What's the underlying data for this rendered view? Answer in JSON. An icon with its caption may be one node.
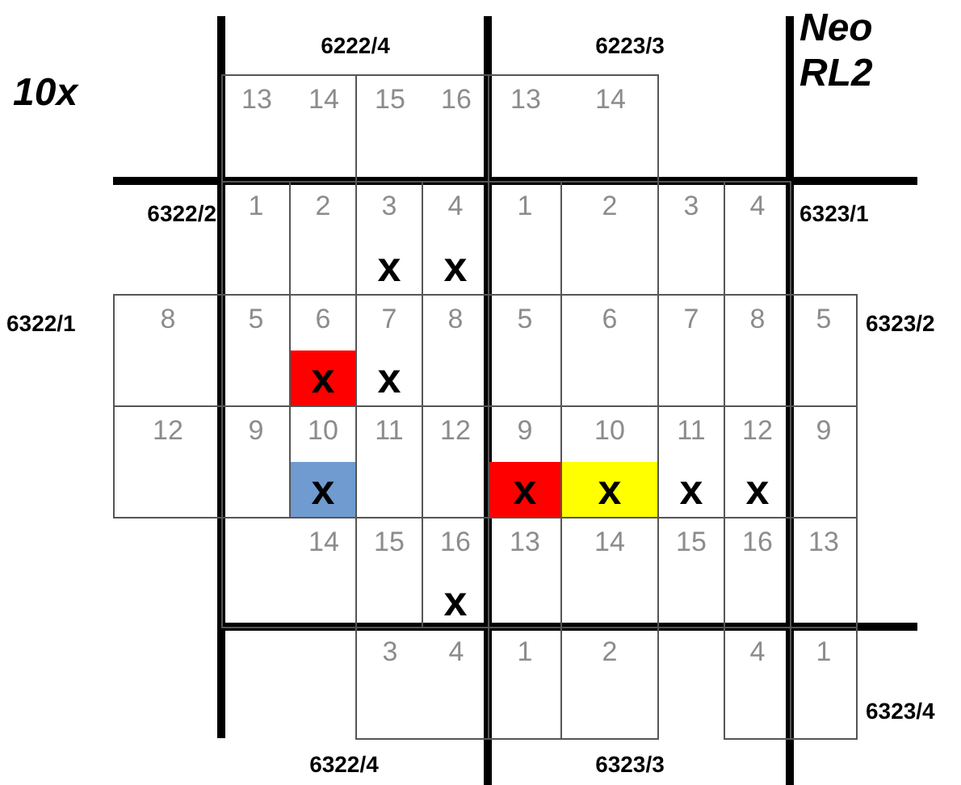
{
  "diagram": {
    "nodes": [
      {
        "text": [
          "13",
          "14"
        ]
      },
      {
        "text": [
          "15",
          "16"
        ]
      },
      {
        "text": [
          "13",
          "14"
        ]
      },
      {
        "text": [
          "1"
        ]
      },
      {
        "text": [
          "2"
        ]
      },
      {
        "text": [
          "3",
          "x"
        ]
      },
      {
        "text": [
          "4",
          "x"
        ]
      },
      {
        "text": [
          "1"
        ]
      },
      {
        "text": [
          "2"
        ]
      },
      {
        "text": [
          "3"
        ]
      },
      {
        "text": [
          "4"
        ]
      },
      {
        "text": [
          "8"
        ]
      },
      {
        "text": [
          "5"
        ]
      },
      {
        "text": [
          "6",
          "x"
        ]
      },
      {
        "text": [
          "7",
          "x"
        ]
      },
      {
        "text": [
          "8"
        ]
      },
      {
        "text": [
          "5"
        ]
      },
      {
        "text": [
          "6"
        ]
      },
      {
        "text": [
          "7"
        ]
      },
      {
        "text": [
          "8"
        ]
      },
      {
        "text": [
          "5"
        ]
      },
      {
        "text": [
          "12"
        ]
      },
      {
        "text": [
          "9"
        ]
      },
      {
        "text": [
          "10",
          "x"
        ]
      },
      {
        "text": [
          "11"
        ]
      },
      {
        "text": [
          "12"
        ]
      },
      {
        "text": [
          "9",
          "x"
        ]
      },
      {
        "text": [
          "10",
          "x"
        ]
      },
      {
        "text": [
          "11",
          "x"
        ]
      },
      {
        "text": [
          "12",
          "x"
        ]
      },
      {
        "text": [
          "9"
        ]
      },
      {
        "text": [
          "14"
        ]
      },
      {
        "text": [
          "15"
        ]
      },
      {
        "text": [
          "16",
          "x"
        ]
      },
      {
        "text": [
          "13"
        ]
      },
      {
        "text": [
          "14"
        ]
      },
      {
        "text": [
          "15"
        ]
      },
      {
        "text": [
          "16"
        ]
      },
      {
        "text": [
          "13"
        ]
      },
      {
        "text": [
          "3",
          "4"
        ]
      },
      {
        "text": [
          "1"
        ]
      },
      {
        "text": [
          "2"
        ]
      },
      {
        "text": [
          "4"
        ]
      },
      {
        "text": [
          "1"
        ]
      }
    ],
    "labels": [
      "6222/4",
      "6223/3",
      "Neo RL2",
      "10x",
      "6322/2",
      "6323/1",
      "6322/1",
      "6323/2",
      "6323/4",
      "6322/4",
      "6323/3"
    ]
  }
}
